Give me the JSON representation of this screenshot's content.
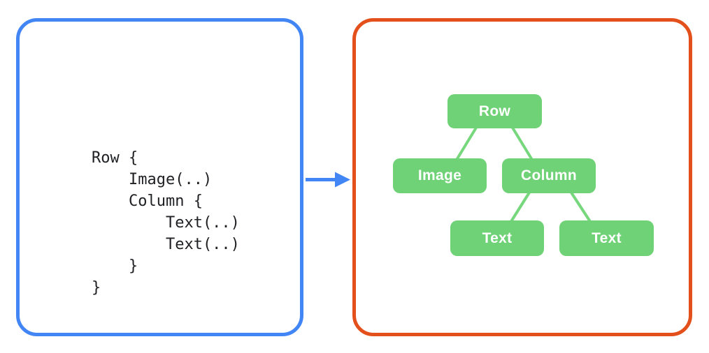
{
  "code_panel": {
    "lines": [
      "Row {",
      "    Image(..)",
      "    Column {",
      "        Text(..)",
      "        Text(..)",
      "    }",
      "}"
    ]
  },
  "arrow": {
    "icon": "right-arrow-icon",
    "color": "#4285F4"
  },
  "tree_panel": {
    "nodes": [
      {
        "id": "row",
        "label": "Row"
      },
      {
        "id": "image",
        "label": "Image"
      },
      {
        "id": "column",
        "label": "Column"
      },
      {
        "id": "text1",
        "label": "Text"
      },
      {
        "id": "text2",
        "label": "Text"
      }
    ],
    "edges": [
      {
        "from": "row",
        "to": "image"
      },
      {
        "from": "row",
        "to": "column"
      },
      {
        "from": "column",
        "to": "text1"
      },
      {
        "from": "column",
        "to": "text2"
      }
    ]
  },
  "colors": {
    "background": "#FFFFFF",
    "code_panel_border": "#4285F4",
    "tree_panel_border": "#E3501C",
    "arrow": "#4285F4",
    "node_fill": "#6FD276",
    "node_text": "#FFFFFF",
    "connector": "#77D77C",
    "code_text": "#202124"
  }
}
